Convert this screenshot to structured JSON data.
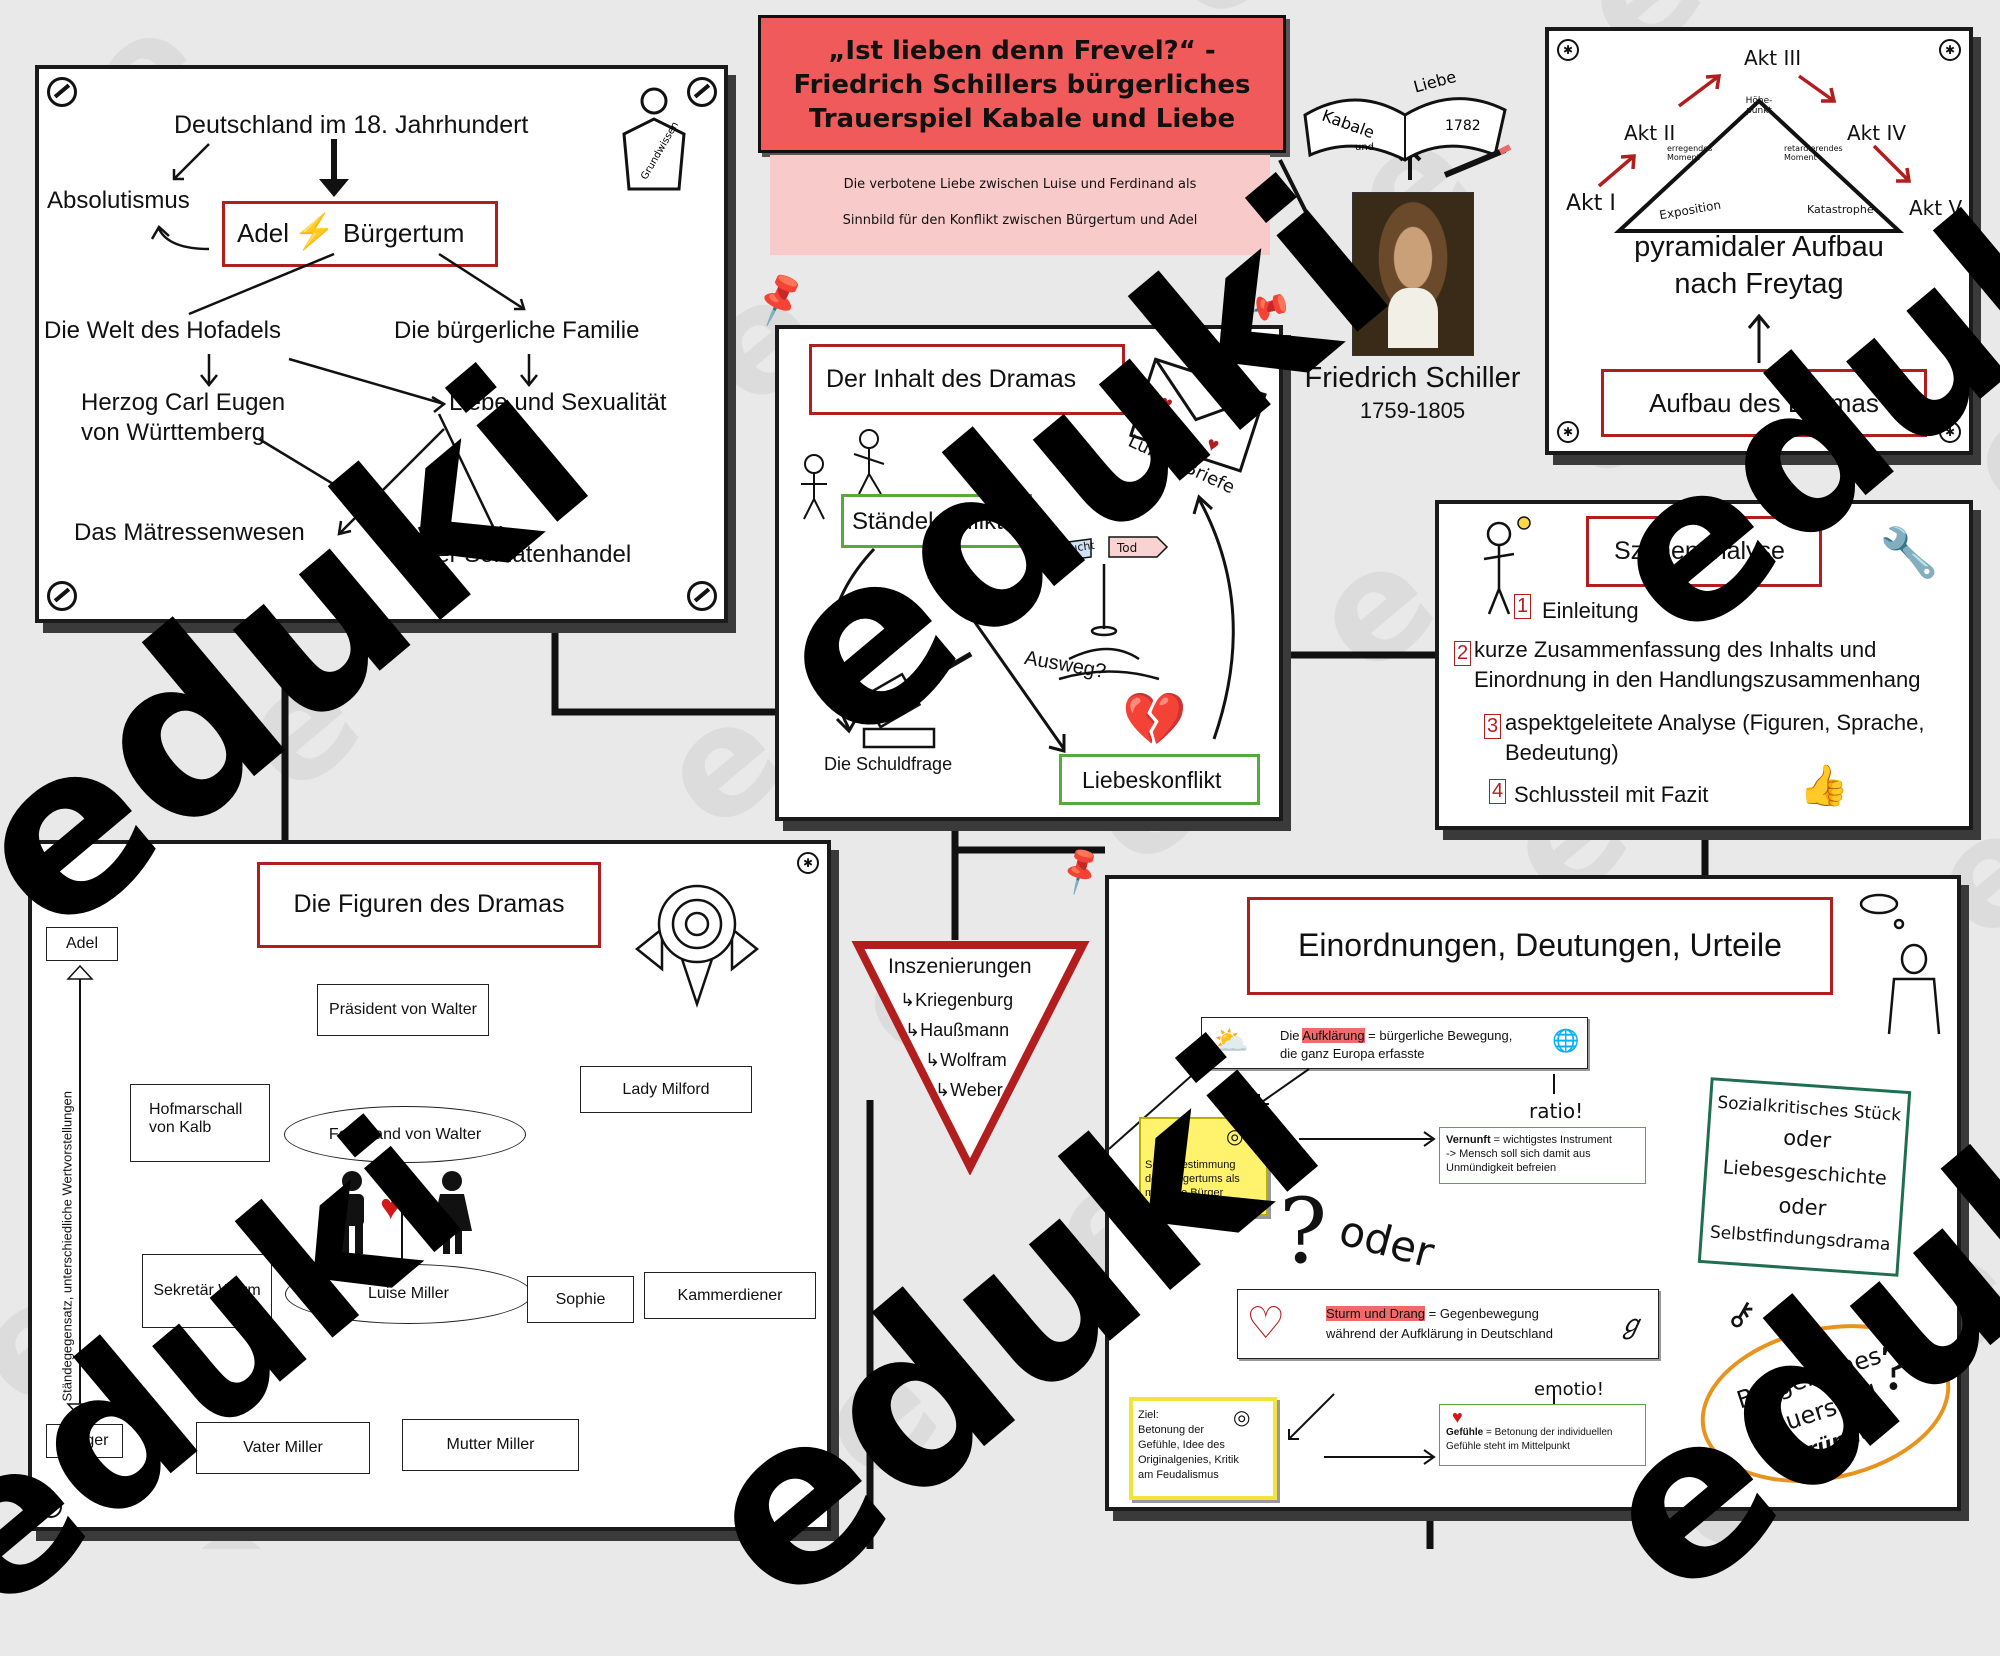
{
  "watermark": "eduki",
  "colors": {
    "accent_red": "#b21e1e",
    "title_bg": "#f05a5a",
    "green": "#59a83d",
    "teal": "#1f6e4f",
    "yellow": "#fff36e",
    "orange": "#e8931e"
  },
  "title": {
    "line1": "„Ist lieben denn Frevel?“ -",
    "line2": "Friedrich Schillers bürgerliches",
    "line3": "Trauerspiel Kabale und Liebe",
    "sub1": "Die verbotene Liebe zwischen Luise und Ferdinand als",
    "sub2": "Sinnbild für den Konflikt zwischen Bürgertum und Adel"
  },
  "book": {
    "left": "Kabale",
    "right": "Liebe",
    "mid": "und",
    "year": "1782"
  },
  "author": {
    "name": "Friedrich Schiller",
    "years": "1759-1805"
  },
  "context": {
    "heading": "Deutschland im 18. Jahrhundert",
    "absolutism": "Absolutismus",
    "adel": "Adel",
    "buergertum": "Bürgertum",
    "hof": "Die Welt des Hofadels",
    "familie": "Die bürgerliche Familie",
    "herzog1": "Herzog Carl Eugen",
    "herzog2": "von Württemberg",
    "liebe": "Liebe und Sexualität",
    "maetressen": "Das Mätressenwesen",
    "soldaten": "Der Soldatenhandel",
    "box_label": "Grundwissen"
  },
  "structure": {
    "akt1": "Akt I",
    "akt2": "Akt II",
    "akt3": "Akt III",
    "akt4": "Akt IV",
    "akt5": "Akt V",
    "exposition": "Exposition",
    "katastrophe": "Katastrophe",
    "hoehepunkt": "Höhe-punkt",
    "erregend": "erregendes Moment",
    "retardierend": "retardierendes Moment",
    "caption1": "pyramidaler Aufbau",
    "caption2": "nach Freytag",
    "label": "Aufbau des Dramas"
  },
  "content": {
    "title": "Der Inhalt des Dramas",
    "staende": "Ständekonflikt",
    "liebes": "Liebeskonflikt",
    "schuld": "Die Schuldfrage",
    "ausweg": "Ausweg?",
    "flucht": "Flucht",
    "tod": "Tod",
    "briefe": "Luises Briefe"
  },
  "analysis": {
    "title": "Szenenanalyse",
    "n1": "1",
    "s1": "Einleitung",
    "n2": "2",
    "s2a": "kurze Zusammenfassung des Inhalts und",
    "s2b": "Einordnung in den Handlungszusammenhang",
    "n3": "3",
    "s3a": "aspektgeleitete Analyse (Figuren, Sprache,",
    "s3b": "Bedeutung)",
    "n4": "4",
    "s4": "Schlussteil mit Fazit"
  },
  "figures": {
    "title": "Die Figuren des Dramas",
    "adel": "Adel",
    "buerger": "Bürger",
    "axis": "Ständegegensatz, unterschiedliche Wertvorstellungen",
    "praesident": "Präsident von Walter",
    "hofmarschall1": "Hofmarschall",
    "hofmarschall2": "von Kalb",
    "milford": "Lady Milford",
    "ferdinand": "Ferdinand von Walter",
    "luise": "Luise Miller",
    "wurm": "Sekretär Wurm",
    "sophie": "Sophie",
    "kammerdiener": "Kammerdiener",
    "vater": "Vater Miller",
    "mutter": "Mutter Miller"
  },
  "staging": {
    "title": "Inszenierungen",
    "items": [
      "Kriegenburg",
      "Haußmann",
      "Wolfram",
      "Weber"
    ]
  },
  "interpretation": {
    "title": "Einordnungen, Deutungen, Urteile",
    "auf_pre": "Die ",
    "auf_hl": "Aufklärung",
    "auf_post": " = bürgerliche Bewegung,",
    "auf_line2": "die ganz Europa erfasste",
    "ratio": "ratio!",
    "vernunft_b": "Vernunft",
    "vernunft_r": " = wichtigstes Instrument",
    "vernunft_2": "-> Mensch soll sich damit aus",
    "vernunft_3": "Unmündigkeit befreien",
    "ziel_y1": "Selbstbestimmung",
    "ziel_y2": "des Bürgertums als",
    "ziel_y3": "mündige Bürger",
    "oder": "oder",
    "sturm_hl": "Sturm und Drang",
    "sturm_post": " = Gegenbewegung",
    "sturm_line2": "während der Aufklärung in Deutschland",
    "emotio": "emotio!",
    "gefuehle_b": "Gefühle",
    "gefuehle_r": " = Betonung der individuellen",
    "gefuehle_2": "Gefühle steht im Mittelpunkt",
    "ziel2_1": "Ziel:",
    "ziel2_2": "Betonung der",
    "ziel2_3": "Gefühle, Idee des",
    "ziel2_4": "Originalgenies, Kritik",
    "ziel2_5": "am Feudalismus",
    "g1": "Sozialkritisches Stück",
    "g2": "oder",
    "g3": "Liebesgeschichte",
    "g4": "oder",
    "g5": "Selbstfindungsdrama",
    "o1": "Bürgerliches",
    "o2": "Trauerspiel",
    "o3": "Gründe"
  }
}
